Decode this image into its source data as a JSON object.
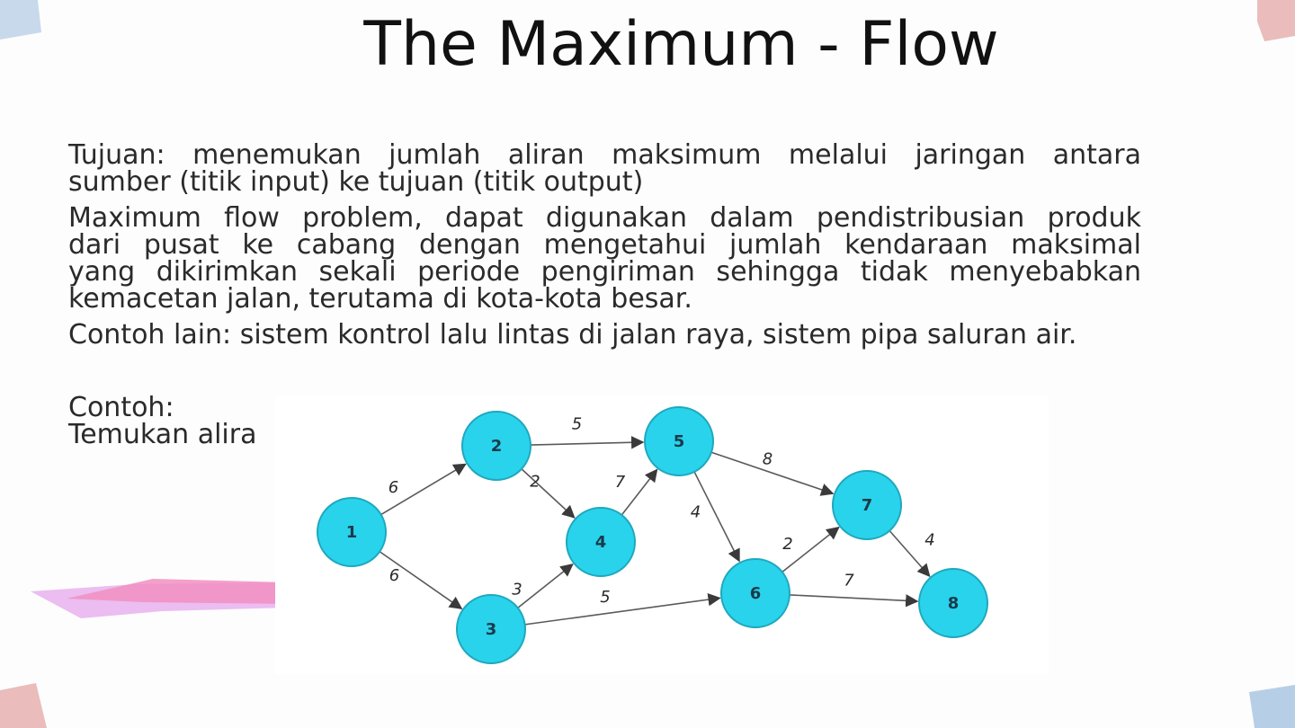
{
  "slide": {
    "title": "The Maximum - Flow",
    "paragraphs": [
      [
        "Tujuan: menemukan jumlah aliran maksimum melalui jaringan antara",
        "sumber (titik input) ke tujuan (titik output)"
      ],
      [
        "Maximum flow problem, dapat digunakan dalam pendistribusian produk",
        "dari pusat ke cabang dengan mengetahui jumlah kendaraan maksimal",
        "yang dikirimkan sekali periode pengiriman sehingga tidak menyebabkan",
        "kemacetan jalan, terutama di kota-kota besar."
      ],
      [
        "Contoh lain: sistem kontrol lalu lintas di jalan raya, sistem pipa saluran air."
      ]
    ],
    "example_label": "Contoh:",
    "example_text": "Temukan alira"
  },
  "colors": {
    "node_fill": "#29d3ec",
    "node_stroke": "#1fa8bd",
    "edge": "#5a5a5a",
    "accent_pink": "#f28fc1",
    "accent_lilac": "#e9b6f0",
    "corner_blue": "#b7cfe6",
    "corner_rose": "#eabcbc"
  },
  "graph": {
    "nodes": [
      "1",
      "2",
      "3",
      "4",
      "5",
      "6",
      "7",
      "8"
    ],
    "edges": [
      {
        "from": "1",
        "to": "2",
        "capacity": "6"
      },
      {
        "from": "1",
        "to": "3",
        "capacity": "6"
      },
      {
        "from": "2",
        "to": "5",
        "capacity": "5"
      },
      {
        "from": "2",
        "to": "4",
        "capacity": "2"
      },
      {
        "from": "3",
        "to": "4",
        "capacity": "3"
      },
      {
        "from": "3",
        "to": "6",
        "capacity": "5"
      },
      {
        "from": "4",
        "to": "5",
        "capacity": "7"
      },
      {
        "from": "5",
        "to": "7",
        "capacity": "8"
      },
      {
        "from": "5",
        "to": "6",
        "capacity": "4"
      },
      {
        "from": "6",
        "to": "7",
        "capacity": "2"
      },
      {
        "from": "6",
        "to": "8",
        "capacity": "7"
      },
      {
        "from": "7",
        "to": "8",
        "capacity": "4"
      }
    ]
  }
}
